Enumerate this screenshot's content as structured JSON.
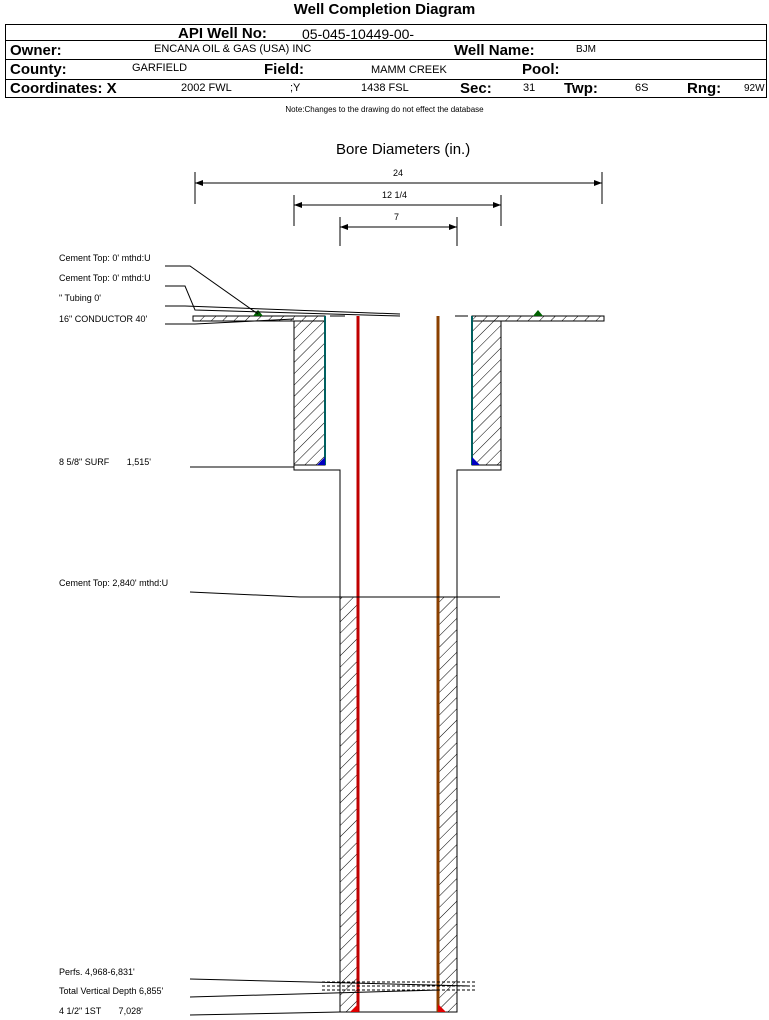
{
  "title": "Well Completion Diagram",
  "header": {
    "api_label": "API Well No:",
    "api_value": "05-045-10449-00-",
    "owner_label": "Owner:",
    "owner_value": "ENCANA OIL & GAS (USA) INC",
    "well_name_label": "Well Name:",
    "well_name_value": "BJM",
    "county_label": "County:",
    "county_value": "GARFIELD",
    "field_label": "Field:",
    "field_value": "MAMM CREEK",
    "pool_label": "Pool:",
    "pool_value": "",
    "coords_label": "Coordinates: X",
    "x_value": "2002 FWL",
    "y_label": ";Y",
    "y_value": "1438 FSL",
    "sec_label": "Sec:",
    "sec_value": "31",
    "twp_label": "Twp:",
    "twp_value": "6S",
    "rng_label": "Rng:",
    "rng_value": "92W"
  },
  "note": "Note:Changes to the drawing do not effect the database",
  "diagram": {
    "bore_title": "Bore Diameters (in.)",
    "bore_diameters": [
      "24",
      "12 1/4",
      "7"
    ],
    "annotations": [
      "Cement Top: 0' mthd:U",
      "Cement Top: 0' mthd:U",
      "\" Tubing 0'",
      "16\" CONDUCTOR  40'",
      "8 5/8\" SURF       1,515'",
      "Cement Top: 2,840' mthd:U",
      "Perfs. 4,968-6,831'",
      "Total Vertical Depth 6,855'",
      "4 1/2\" 1ST       7,028'"
    ],
    "colors": {
      "surface_casing": "#006060",
      "production_casing_left": "#c00000",
      "production_casing_right": "#8b4000",
      "shoe": "#0000c0",
      "shoe_bottom": "#e00000",
      "cement_marker": "#006000"
    }
  }
}
